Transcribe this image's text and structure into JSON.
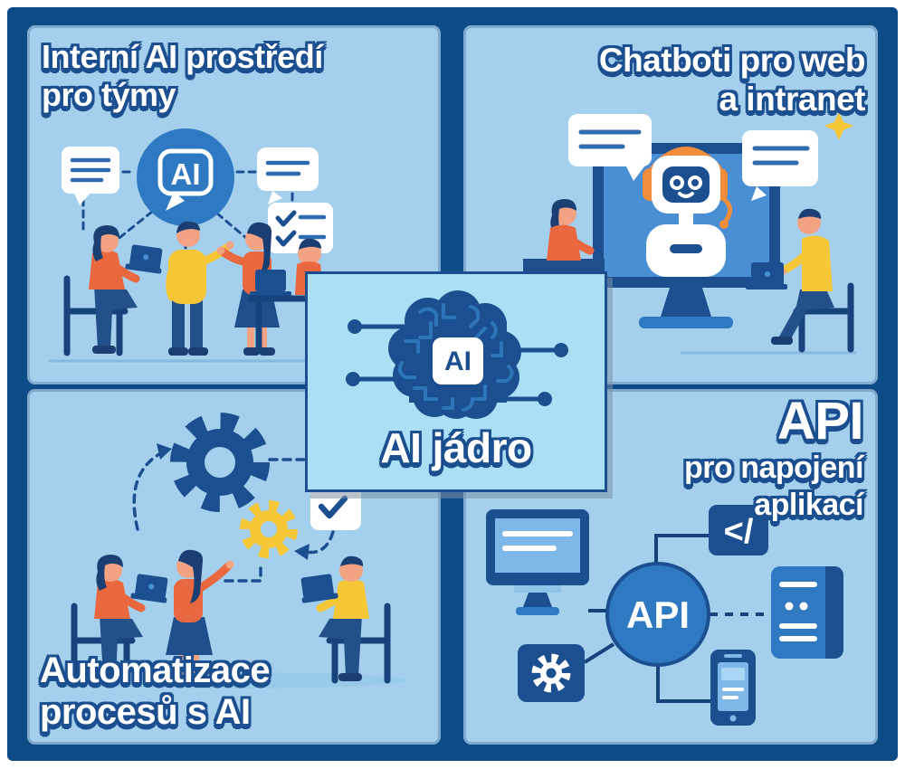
{
  "meta": {
    "kind": "infographic",
    "language": "cs",
    "subject": "AI services overview"
  },
  "palette": {
    "frame_navy": "#0d4b87",
    "panel_blue": "#a4d0ee",
    "center_panel_blue": "#abdff6",
    "dark_navy": "#1b4f8f",
    "accent_blue": "#2e79c2",
    "screen_blue": "#4a8fd4",
    "orange": "#e9683f",
    "headphone_orange": "#f18c3b",
    "yellow": "#f5c636",
    "skin": "#f2a384",
    "white": "#ffffff"
  },
  "panels": {
    "top_left": {
      "title_line1": "Interní AI prostředí",
      "title_line2": "pro týmy",
      "bubble_label": "AI"
    },
    "top_right": {
      "title_line1": "Chatboti pro web",
      "title_line2": "a intranet"
    },
    "bottom_left": {
      "title_line1": "Automatizace",
      "title_line2": "procesů s AI"
    },
    "bottom_right": {
      "title_big": "API",
      "title_line2": "pro napojení",
      "title_line3": "aplikací",
      "code_label": "</",
      "circle_label": "API"
    },
    "center": {
      "title": "AI jádro",
      "chip_label": "AI"
    }
  },
  "icons": {
    "ai_bubble": "speech bubble with AI",
    "document_card": "card with text lines",
    "chat_bubble": "speech bubble with lines",
    "checklist_card": "card with checkmarks",
    "robot": "chatbot robot with headset on monitor",
    "gear": "cog wheel",
    "check_card": "card with checkmark",
    "api_circle": "circle node labeled API",
    "code_tag": "code brackets square",
    "desktop": "desktop computer",
    "smartphone": "mobile phone",
    "server": "server rack",
    "brain_chip": "circuit brain with AI chip",
    "spark": "yellow sparkle"
  }
}
